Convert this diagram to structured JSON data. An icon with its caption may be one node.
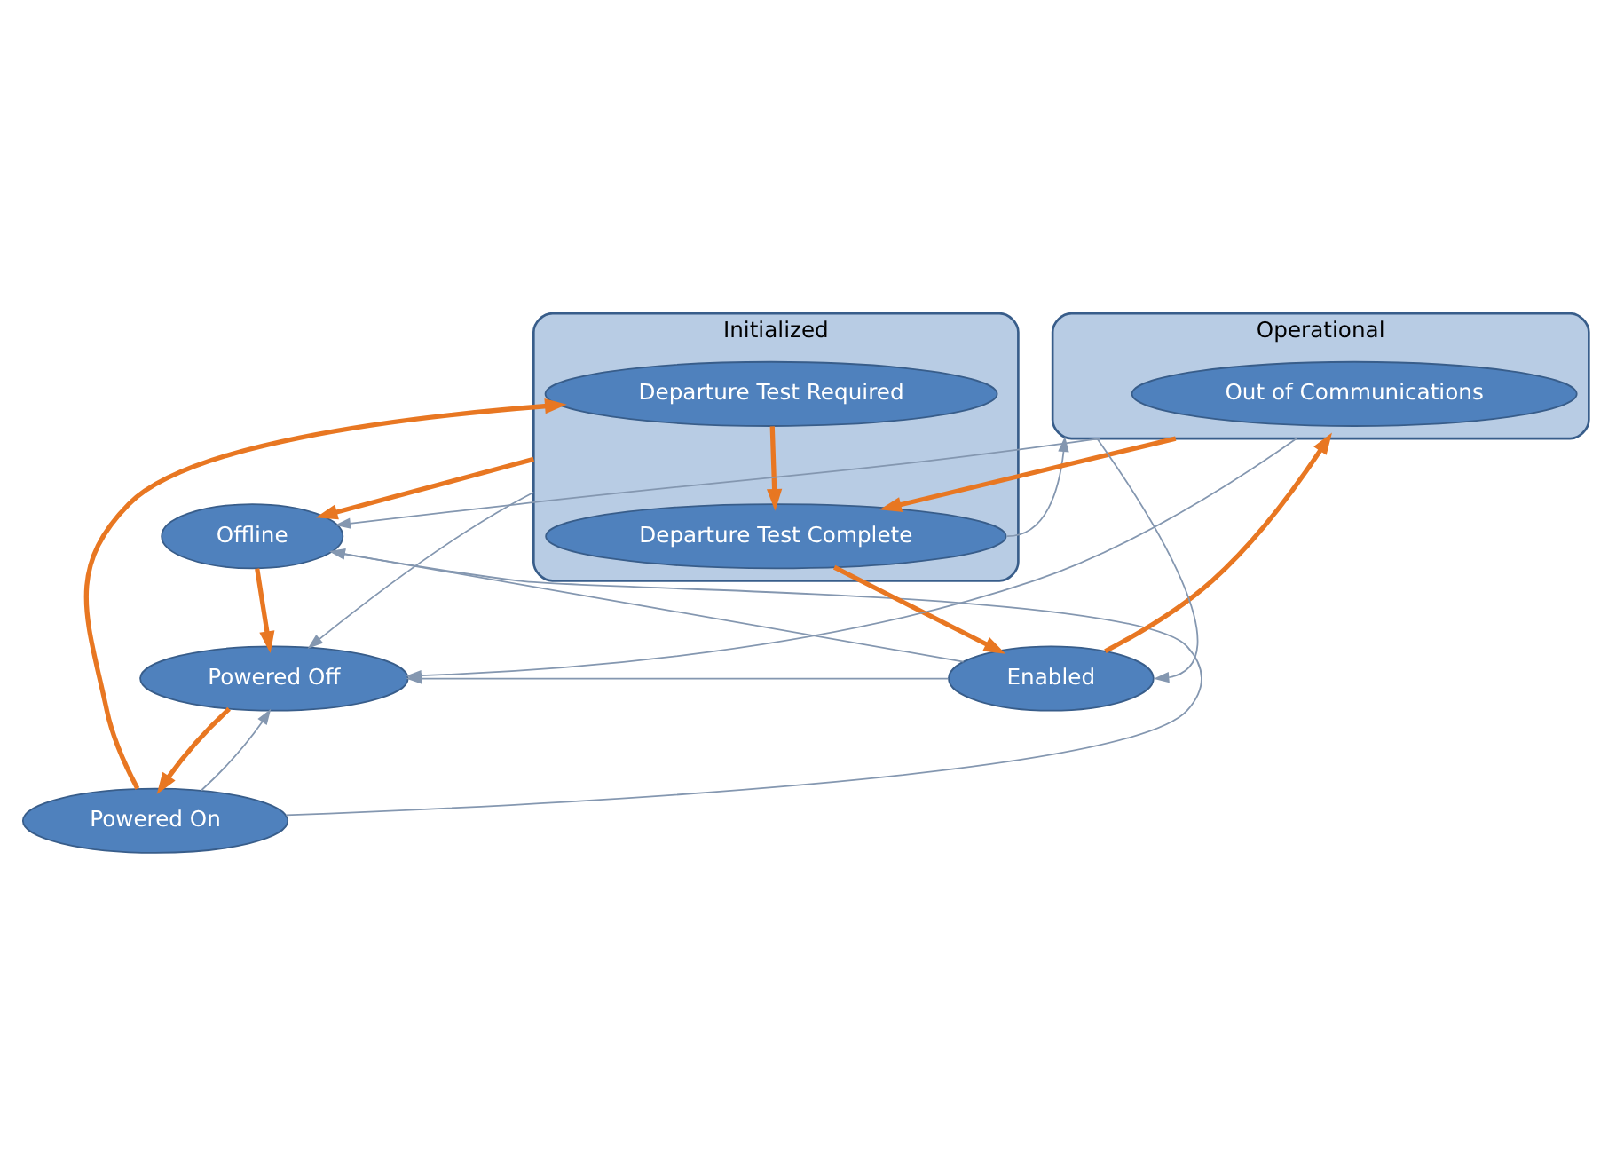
{
  "diagram": {
    "nodes": [
      {
        "text": [
          "Powered Off"
        ]
      },
      {
        "text": [
          "Powered On"
        ]
      },
      {
        "text": [
          "Initialized"
        ]
      },
      {
        "text": [
          "Departure Test Required"
        ],
        "in": 2
      },
      {
        "text": [
          "Departure Test Complete"
        ],
        "in": 2
      },
      {
        "text": [
          "Offline"
        ]
      },
      {
        "text": [
          "Operational"
        ]
      },
      {
        "text": [
          "Out of Communications"
        ],
        "in": 6
      },
      {
        "text": [
          "Enabled"
        ]
      }
    ],
    "edges": [
      {
        "from": 0,
        "to": 1,
        "arrow": "to",
        "style": "thick",
        "color": "#e87722"
      },
      {
        "from": 1,
        "to": 3,
        "arrow": "to",
        "style": "thick",
        "color": "#e87722"
      },
      {
        "from": 3,
        "to": 4,
        "arrow": "to",
        "style": "thick",
        "color": "#e87722"
      },
      {
        "from": 2,
        "to": 5,
        "arrow": "to",
        "style": "thick",
        "color": "#e87722"
      },
      {
        "from": 5,
        "to": 0,
        "arrow": "to",
        "style": "thick",
        "color": "#e87722"
      },
      {
        "from": 6,
        "to": 4,
        "arrow": "to",
        "style": "thick",
        "color": "#e87722"
      },
      {
        "from": 4,
        "to": 8,
        "arrow": "to",
        "style": "thick",
        "color": "#e87722"
      },
      {
        "from": 8,
        "to": 6,
        "arrow": "to",
        "style": "thick",
        "color": "#e87722"
      },
      {
        "from": 1,
        "to": 0,
        "arrow": "to",
        "color": "#8497b0"
      },
      {
        "from": 2,
        "to": 0,
        "arrow": "to",
        "color": "#8497b0"
      },
      {
        "from": 6,
        "to": 0,
        "arrow": "to",
        "color": "#8497b0"
      },
      {
        "from": 8,
        "to": 0,
        "arrow": "to",
        "color": "#8497b0"
      },
      {
        "from": 1,
        "to": 5,
        "arrow": "to",
        "color": "#8497b0"
      },
      {
        "from": 8,
        "to": 5,
        "arrow": "to",
        "color": "#8497b0"
      },
      {
        "from": 6,
        "to": 5,
        "arrow": "to",
        "color": "#8497b0"
      },
      {
        "from": 6,
        "to": 8,
        "arrow": "to",
        "color": "#8497b0"
      },
      {
        "from": 4,
        "to": 6,
        "arrow": "to",
        "color": "#8497b0"
      }
    ]
  }
}
